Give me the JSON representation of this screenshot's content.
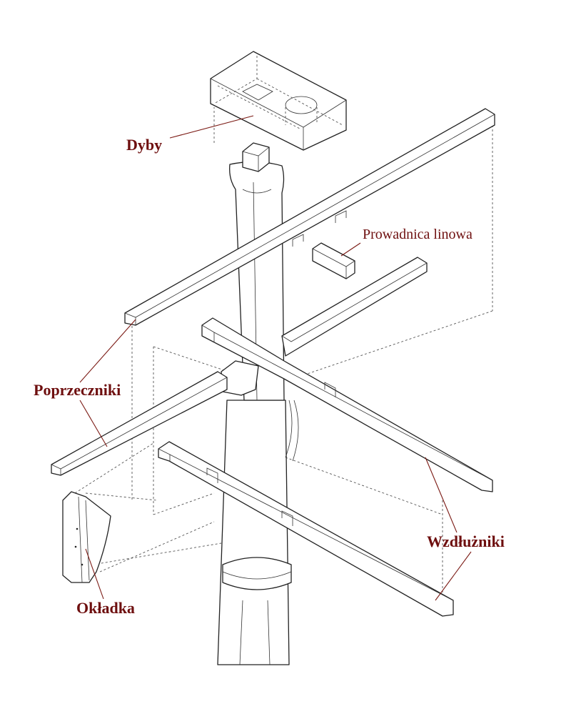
{
  "labels": {
    "dyby": "Dyby",
    "prowadnica": "Prowadnica linowa",
    "poprzeczniki": "Poprzeczniki",
    "wzdluzniki": "Wzdłużniki",
    "okladka": "Okładka"
  },
  "colors": {
    "label": "#6e0f0f",
    "leader": "#7b1a14",
    "linework": "#222222",
    "background": "#ffffff"
  }
}
